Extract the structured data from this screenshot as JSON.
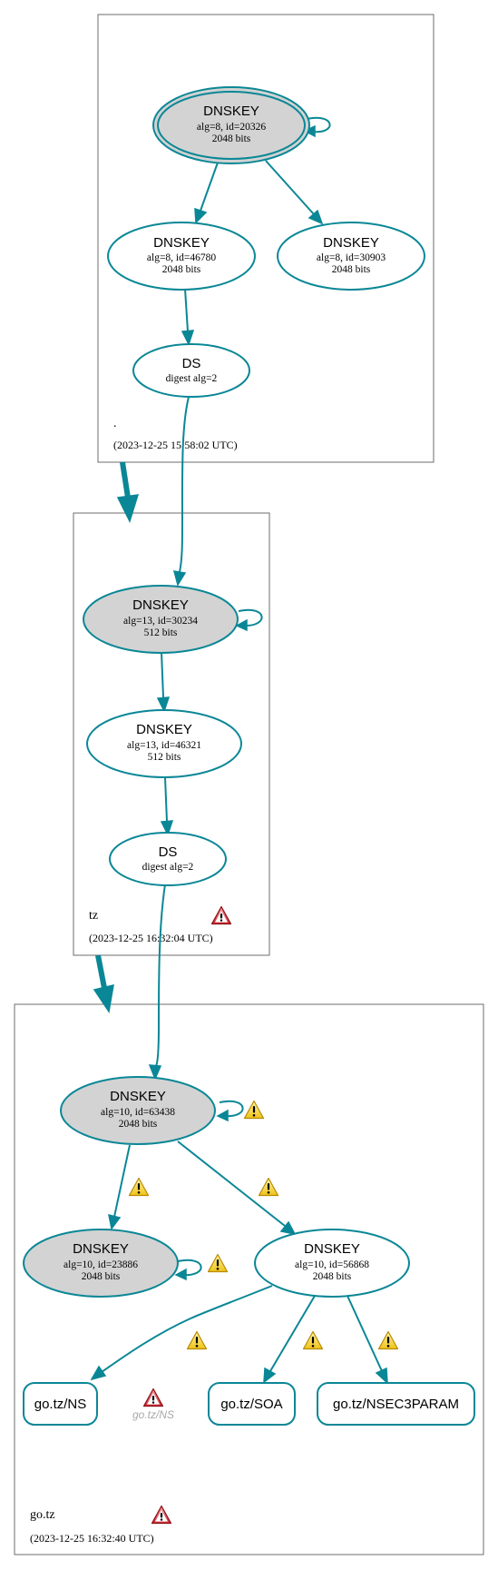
{
  "colors": {
    "edge": "#0a8796",
    "key_fill_sep": "#d3d3d3",
    "key_fill_plain": "#ffffff",
    "zone_border": "#6e6e6e",
    "warning_yellow": "#f5d020",
    "error_red": "#d9363e"
  },
  "zones": [
    {
      "name": ".",
      "timestamp": "(2023-12-25 15:58:02 UTC)"
    },
    {
      "name": "tz",
      "timestamp": "(2023-12-25 16:32:04 UTC)"
    },
    {
      "name": "go.tz",
      "timestamp": "(2023-12-25 16:32:40 UTC)"
    }
  ],
  "nodes": {
    "root_ksk": {
      "title": "DNSKEY",
      "line1": "alg=8, id=20326",
      "line2": "2048 bits"
    },
    "root_zsk1": {
      "title": "DNSKEY",
      "line1": "alg=8, id=46780",
      "line2": "2048 bits"
    },
    "root_zsk2": {
      "title": "DNSKEY",
      "line1": "alg=8, id=30903",
      "line2": "2048 bits"
    },
    "root_ds": {
      "title": "DS",
      "line1": "digest alg=2"
    },
    "tz_ksk": {
      "title": "DNSKEY",
      "line1": "alg=13, id=30234",
      "line2": "512 bits"
    },
    "tz_zsk": {
      "title": "DNSKEY",
      "line1": "alg=13, id=46321",
      "line2": "512 bits"
    },
    "tz_ds": {
      "title": "DS",
      "line1": "digest alg=2"
    },
    "gotz_ksk": {
      "title": "DNSKEY",
      "line1": "alg=10, id=63438",
      "line2": "2048 bits"
    },
    "gotz_key2": {
      "title": "DNSKEY",
      "line1": "alg=10, id=23886",
      "line2": "2048 bits"
    },
    "gotz_zsk": {
      "title": "DNSKEY",
      "line1": "alg=10, id=56868",
      "line2": "2048 bits"
    }
  },
  "rrsets": {
    "ns": "go.tz/NS",
    "soa": "go.tz/SOA",
    "nsec3param": "go.tz/NSEC3PARAM",
    "ns_ghost": "go.tz/NS"
  },
  "icons": {
    "warning": "warning-triangle-icon",
    "error": "error-triangle-icon"
  }
}
